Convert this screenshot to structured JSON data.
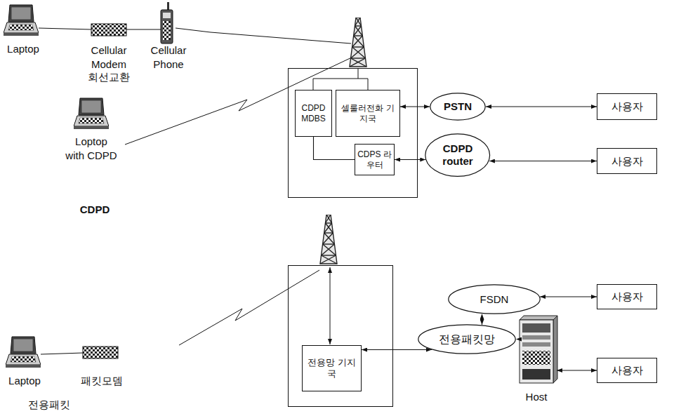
{
  "diagram": {
    "nodes": [
      {
        "text": []
      },
      {
        "text": [
          "CDPD MDBS"
        ],
        "in": 0
      },
      {
        "text": [
          "셀룰러전화 기지국"
        ],
        "in": 0
      },
      {
        "text": [
          "CDPS 라우터"
        ],
        "in": 0
      },
      {
        "text": [
          "PSTN"
        ]
      },
      {
        "text": [
          "사용자"
        ]
      },
      {
        "text": [
          "CDPD router"
        ]
      },
      {
        "text": [
          "사용자"
        ]
      },
      {
        "text": []
      },
      {
        "text": [
          "전용망 기지국"
        ],
        "in": 8
      },
      {
        "text": [
          "FSDN"
        ]
      },
      {
        "text": [
          "사용자"
        ]
      },
      {
        "text": [
          "전용패킷망"
        ]
      },
      {
        "text": [
          "Host"
        ]
      },
      {
        "text": [
          "사용자"
        ]
      }
    ],
    "edges": [
      {
        "from": 2,
        "to": 4,
        "arrow": "both"
      },
      {
        "from": 3,
        "to": 6,
        "arrow": "both"
      },
      {
        "from": 4,
        "to": 5,
        "arrow": "both"
      },
      {
        "from": 6,
        "to": 7,
        "arrow": "both"
      },
      {
        "from": 1,
        "to": 3,
        "arrow": "none"
      },
      {
        "from": 9,
        "to": 12,
        "arrow": "both"
      },
      {
        "from": 10,
        "to": 11,
        "arrow": "both"
      },
      {
        "from": 12,
        "to": 10,
        "arrow": "both"
      },
      {
        "from": 12,
        "to": 13,
        "arrow": "both"
      },
      {
        "from": 13,
        "to": 14,
        "arrow": "both"
      }
    ],
    "labels": [
      "Laptop",
      "Cellular Modem",
      "Cellular Phone",
      "회선교환",
      "Loptop with CDPD",
      "CDPD",
      "Laptop",
      "패킷모뎀",
      "전용패킷"
    ]
  }
}
